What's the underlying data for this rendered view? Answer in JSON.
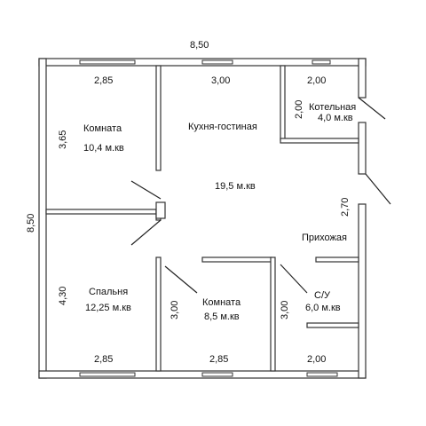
{
  "dimensions": {
    "overall_top": "8,50",
    "overall_left": "8,50",
    "room_top_left_width": "2,85",
    "room_top_left_height": "3,65",
    "kitchen_width": "3,00",
    "boiler_width": "2,00",
    "boiler_height": "2,00",
    "hall_height": "2,70",
    "bedroom_height": "4,30",
    "room_bottom_height": "3,00",
    "bathroom_height": "3,00",
    "bottom_left_width": "2,85",
    "bottom_mid_width": "2,85",
    "bottom_right_width": "2,00"
  },
  "rooms": {
    "room_top_left": {
      "name": "Комната",
      "area": "10,4 м.кв"
    },
    "kitchen": {
      "name": "Кухня-гостиная",
      "area": "19,5 м.кв"
    },
    "boiler": {
      "name": "Котельная",
      "area": "4,0 м.кв"
    },
    "hallway": {
      "name": "Прихожая"
    },
    "bedroom": {
      "name": "Спальня",
      "area": "12,25  м.кв"
    },
    "room_bottom": {
      "name": "Комната",
      "area": "8,5  м.кв"
    },
    "bathroom": {
      "name": "С/У",
      "area": "6,0  м.кв"
    }
  }
}
